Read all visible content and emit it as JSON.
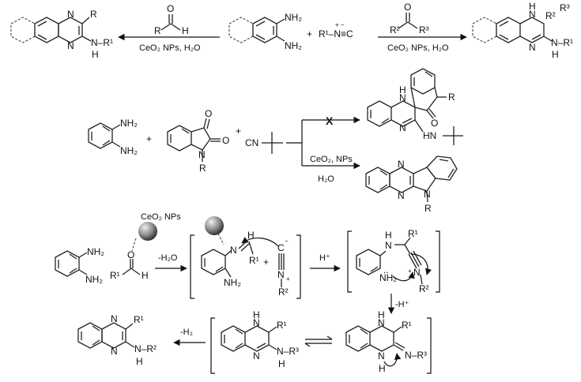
{
  "scheme": {
    "row1": {
      "left_product": {
        "R": "R",
        "NH_R1": "N–R¹",
        "H": "H",
        "N_top": "N",
        "N_bot": "N"
      },
      "left_reagent": {
        "aldehyde_O": "O",
        "aldehyde_R": "R",
        "aldehyde_H": "H"
      },
      "left_conditions": "CeO₂ NPs, H₂O",
      "diamine": {
        "nh2_top": "NH₂",
        "nh2_bot": "NH₂"
      },
      "plus": "+",
      "isocyanide": "R¹–N≡C",
      "isocyanide_charges": "+ −",
      "right_reagent": {
        "ketone_O": "O",
        "ketone_R2": "R²",
        "ketone_R3": "R³"
      },
      "right_conditions": "CeO₂ NPs, H₂O",
      "right_product": {
        "NH_top": "N",
        "H_top": "H",
        "R2": "R²",
        "R3": "R³",
        "N_bot": "N",
        "NH_R1": "N–R¹",
        "H_bot": "H"
      }
    },
    "row2": {
      "diamine": {
        "nh2_top": "NH₂",
        "nh2_bot": "NH₂"
      },
      "plus1": "+",
      "isatin": {
        "O1": "O",
        "O2": "O",
        "N": "N",
        "R": "R"
      },
      "plus2": "+",
      "tBuNC": "CN",
      "blocked_mark": "X",
      "spiro_product": {
        "NH": "N",
        "H": "H",
        "R": "R",
        "O": "O",
        "N": "N",
        "HN": "HN"
      },
      "conditions_1": "CeO₂, NPs",
      "conditions_2": "H₂O",
      "indolo_product": {
        "N1": "N",
        "N2": "N",
        "N3": "N",
        "R": "R"
      }
    },
    "row3": {
      "catalyst_label": "CeO₂ NPs",
      "diamine": {
        "nh2_top": "NH₂",
        "nh2_bot": "NH₂"
      },
      "aldehyde": {
        "O": "O",
        "R1": "R¹",
        "H": "H"
      },
      "step1": "-H₂O",
      "imine": {
        "N": "N",
        "R1": "R¹",
        "H": "H",
        "nh2": "NH₂",
        "plus": "+"
      },
      "isocyanide": {
        "C": "C",
        "N": "N",
        "R2": "R²",
        "minus": "−",
        "plus": "+"
      },
      "step2": "H⁺",
      "nitrilium": {
        "NH": "N",
        "H": "H",
        "R1": "R¹",
        "NH2": "NH₂",
        "N": "N",
        "R2": "R²",
        "plus": "+",
        "ddot": ".."
      }
    },
    "row4": {
      "step_down": "-H⁺",
      "final_product": {
        "N1": "N",
        "N2": "N",
        "R1": "R¹",
        "NH": "N–R²",
        "H": "H"
      },
      "step_ox": "-H₂",
      "dihydro": {
        "NH": "N",
        "H": "H",
        "R1": "R¹",
        "N": "N",
        "NHR3": "N–R³",
        "H2": "H"
      },
      "amidine": {
        "NH": "N",
        "H": "H",
        "R1": "R¹",
        "N": "N",
        "H2": "H",
        "NR3": "N–R³"
      }
    }
  }
}
